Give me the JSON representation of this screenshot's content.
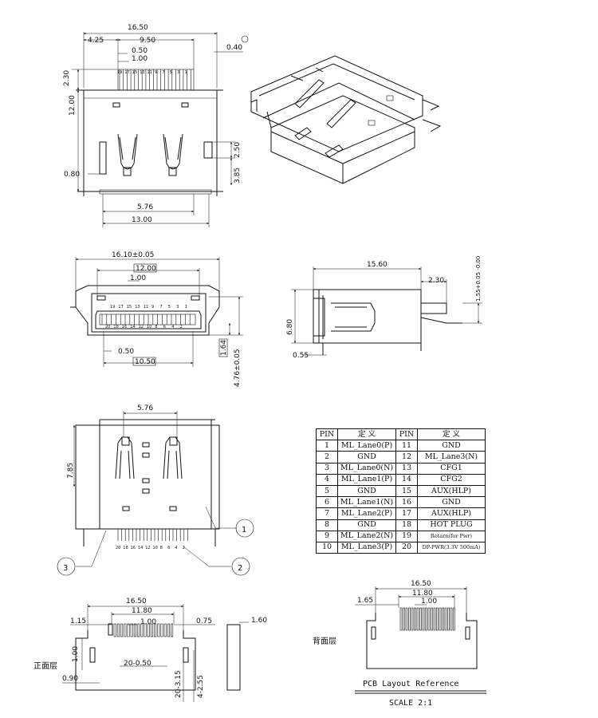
{
  "top_view": {
    "dims": {
      "overall": "16.50",
      "a": "4.25",
      "b": "9.50",
      "pitch": "0.50",
      "pitch2": "1.00",
      "tail": "0.40",
      "h_top": "2.30",
      "h_main": "12.00",
      "slot_h": "2.50",
      "slot_low": "3.85",
      "left_w": "0.80",
      "bottom_a": "5.76",
      "bottom_b": "13.00"
    },
    "pin_labels_top": [
      "19",
      "17",
      "15",
      "13",
      "11",
      "9",
      "7",
      "5",
      "3",
      "1"
    ]
  },
  "front_view": {
    "dims": {
      "overall": "16.10±0.05",
      "mid": "12.00",
      "pitch2": "1.00",
      "pitch": "0.50",
      "bottom": "10.50",
      "h_small": "1.64",
      "h_total": "4.76±0.05"
    },
    "pin_labels_top": [
      "19",
      "17",
      "15",
      "13",
      "11",
      "9",
      "7",
      "5",
      "3",
      "1"
    ],
    "pin_labels_bottom": [
      "20",
      "18",
      "16",
      "14",
      "12",
      "10",
      "8",
      "6",
      "4",
      "2"
    ]
  },
  "side_view": {
    "dims": {
      "length": "15.60",
      "tail": "2.30",
      "height": "6.80",
      "base": "0.55",
      "offset": "1.55+0.05 -0.00"
    }
  },
  "bottom_view": {
    "dims": {
      "width": "5.76",
      "height": "7.85"
    },
    "pin_labels": [
      "20",
      "18",
      "16",
      "14",
      "12",
      "10",
      "8",
      "6",
      "4",
      "2"
    ],
    "callouts": [
      "1",
      "2",
      "3"
    ]
  },
  "pin_table": {
    "headers": [
      "PIN",
      "定 义",
      "PIN",
      "定 义"
    ],
    "rows": [
      [
        "1",
        "ML_Lane0(P)",
        "11",
        "GND"
      ],
      [
        "2",
        "GND",
        "12",
        "ML_Lane3(N)"
      ],
      [
        "3",
        "ML_Lane0(N)",
        "13",
        "CFG1"
      ],
      [
        "4",
        "ML_Lane1(P)",
        "14",
        "CFG2"
      ],
      [
        "5",
        "GND",
        "15",
        "AUX(HLP)"
      ],
      [
        "6",
        "ML_Lane1(N)",
        "16",
        "GND"
      ],
      [
        "7",
        "ML_Lane2(P)",
        "17",
        "AUX(HLP)"
      ],
      [
        "8",
        "GND",
        "18",
        "HOT PLUG"
      ],
      [
        "9",
        "ML_Lane2(N)",
        "19",
        "Retarn(for Pwr)"
      ],
      [
        "10",
        "ML_Lane3(P)",
        "20",
        "DP-PWR(3.3V 500mA)"
      ]
    ]
  },
  "front_layer": {
    "label": "正面层",
    "dims": {
      "overall": "16.50",
      "inner": "11.80",
      "pitch": "1.00",
      "left": "1.15",
      "right": "0.75",
      "side": "1.60",
      "pad_h": "1.00",
      "pad_w": "0.90",
      "pads": "20-0.50",
      "holes_a": "20-3.15",
      "holes_b": "4-2.55"
    }
  },
  "back_layer": {
    "label": "背面层",
    "dims": {
      "overall": "16.50",
      "inner": "11.80",
      "pitch": "1.00",
      "left": "1.65"
    }
  },
  "footer": {
    "title": "PCB Layout Reference",
    "scale": "SCALE 2:1"
  }
}
